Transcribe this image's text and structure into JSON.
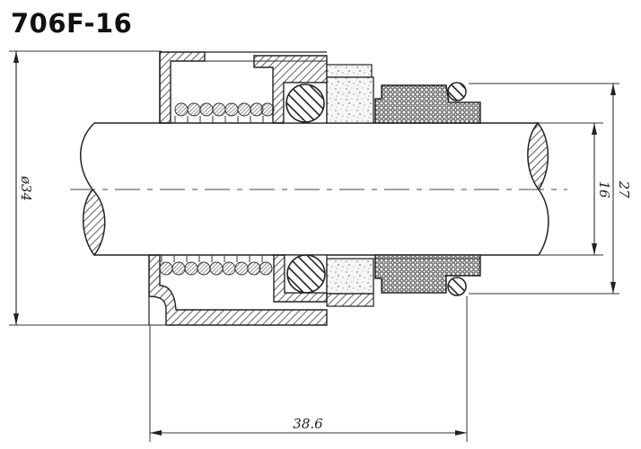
{
  "title": "706F-16",
  "drawing": {
    "subject": "mechanical seal cross-section",
    "dimensions": {
      "outer_diameter": "ø34",
      "shaft_diameter": "16",
      "seat_diameter": "27",
      "length": "38.6"
    },
    "components": [
      "shaft",
      "spring-housing",
      "spring",
      "pusher-ring",
      "rubber-bellows-oring",
      "rotating-face",
      "stationary-seat",
      "seat-oring"
    ]
  },
  "colors": {
    "line": "#222222",
    "background": "#ffffff"
  }
}
